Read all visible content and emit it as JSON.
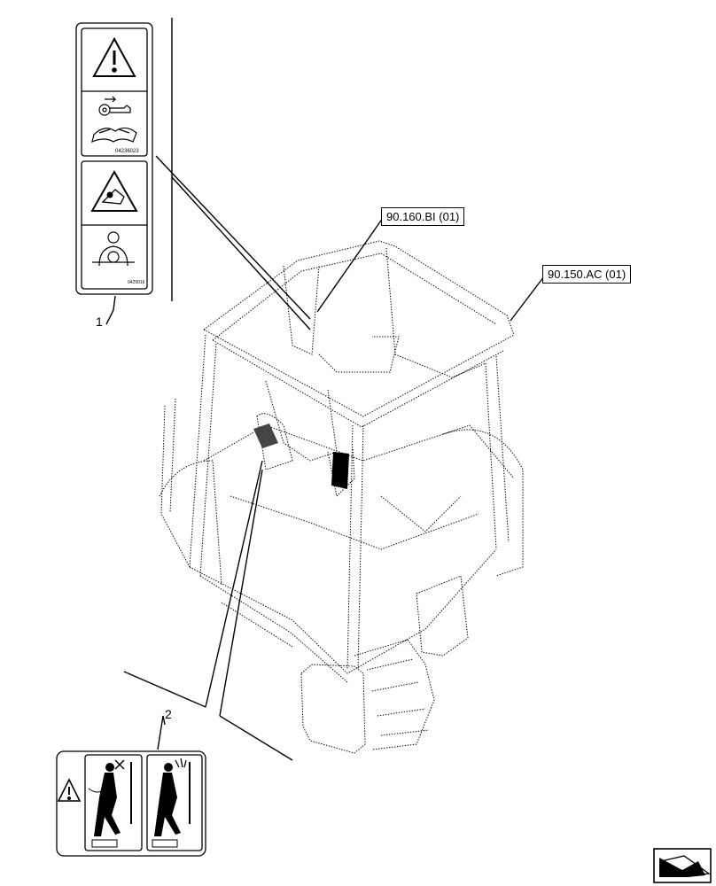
{
  "references": {
    "ref_a": "90.160.BI (01)",
    "ref_b": "90.150.AC (01)"
  },
  "callouts": {
    "item_1": "1",
    "item_2": "2"
  },
  "decal_codes": {
    "code_a": "04236023",
    "code_b": "0425016"
  },
  "icons": [
    "warning-triangle-icon",
    "key-icon",
    "manual-icon",
    "crush-hazard-icon",
    "seatbelt-icon",
    "step-ladder-icon",
    "next-page-arrow-icon"
  ]
}
